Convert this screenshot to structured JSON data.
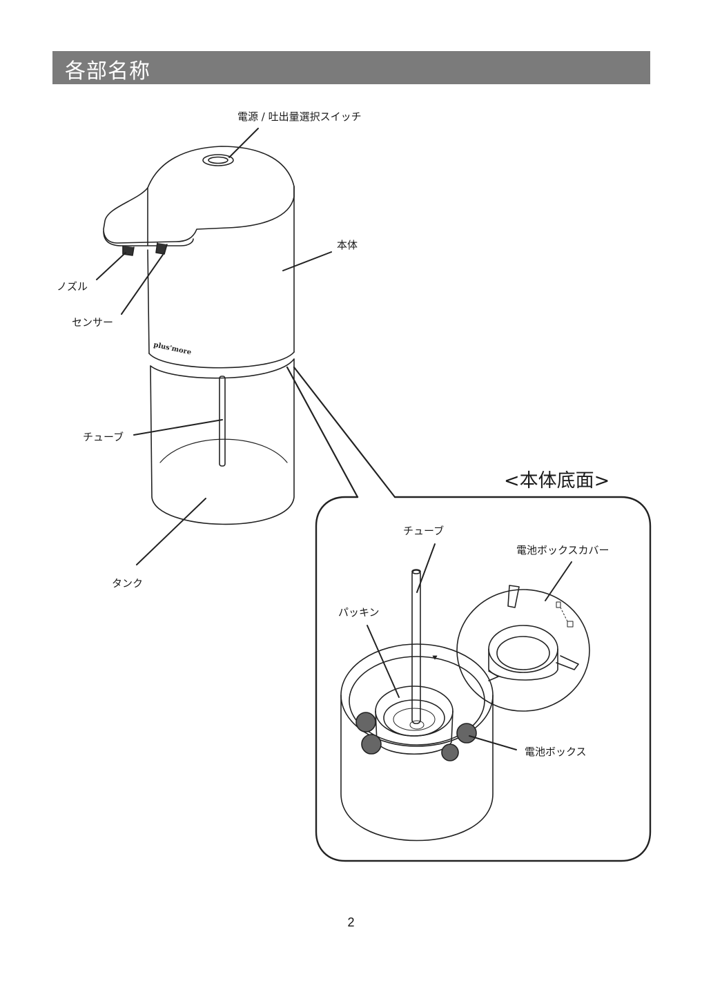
{
  "header": {
    "title": "各部名称"
  },
  "labels": {
    "power_switch": "電源 / 吐出量選択スイッチ",
    "body": "本体",
    "nozzle": "ノズル",
    "sensor": "センサー",
    "tube": "チューブ",
    "tank": "タンク",
    "bottom_title": "<本体底面>",
    "bottom_tube": "チューブ",
    "battery_cover": "電池ボックスカバー",
    "packing": "パッキン",
    "battery_box": "電池ボックス"
  },
  "brand": "plus'more",
  "page_number": "2"
}
